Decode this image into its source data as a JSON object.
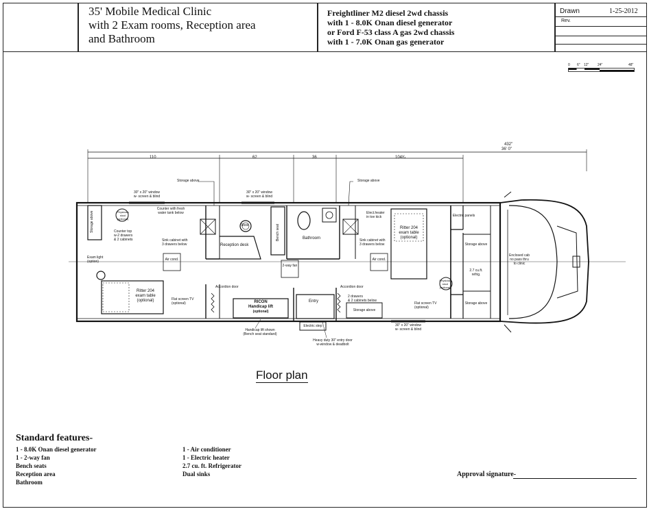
{
  "header": {
    "title_lines": [
      "35' Mobile Medical Clinic",
      "with 2 Exam rooms, Reception area",
      "and Bathroom"
    ],
    "chassis_lines": [
      "Freightliner M2  diesel  2wd chassis",
      "with 1 - 8.0K Onan diesel generator",
      "or Ford F-53 class A gas 2wd chassis",
      "with 1 - 7.0K Onan gas generator"
    ],
    "drawn_label": "Drawn",
    "drawn_date": "1-25-2012",
    "rev_label": "Rev."
  },
  "scale_bar": {
    "ticks": [
      "0",
      "6\"",
      "12\"",
      "24\"",
      "48\""
    ]
  },
  "dimensions": {
    "overall_in": "432\"",
    "overall_ft": "36' 0\"",
    "d1": "110",
    "d2": "62",
    "d3": "36",
    "d4": "104³⁄₄"
  },
  "labels": {
    "storage_above_top_left": "Storage above",
    "storage_above_top_right": "Storage above",
    "window_left": "30\" x 20\" window",
    "window_left_sub": "w- screen & blind",
    "window_mid": "30\" x 20\" window",
    "window_mid_sub": "w- screen & blind",
    "window_bottom_right": "30\" x 20\" window",
    "window_bottom_right_sub": "w- screen & blind",
    "counter_fresh": "Counter with fresh",
    "counter_fresh_sub": "water tank below",
    "storage_above_vertical": "Storage above",
    "physician_stool_left": "Physician stool (optional)",
    "physician_stool_right": "Physician stool (optional)",
    "counter_top": "Counter top",
    "counter_top_sub1": "w-2 drawers",
    "counter_top_sub2": "& 2 cabinets",
    "sink_cabinet_left": "Sink cabinet with",
    "sink_cabinet_left_sub": "3 drawers below",
    "stool": "Stool",
    "reception_desk": "Reception desk",
    "bench_seat": "Bench seat",
    "bathroom": "Bathroom",
    "elect_heater": "Elect.heater",
    "elect_heater_sub": "in toe kick",
    "sink_cabinet_right": "Sink cabinet with",
    "sink_cabinet_right_sub": "3 drawers below",
    "ritter_right": "Ritter 204",
    "ritter_right_sub1": "exam table",
    "ritter_right_sub2": "(optional)",
    "electric_panels": "Electric panels",
    "storage_above_right": "Storage above",
    "refrig": "2.7 cu.ft.",
    "refrig_sub": "refrig.",
    "storage_above_bottom_right": "Storage above",
    "enclosed_cab": "Enclosed cab",
    "enclosed_cab_sub1": "no pass thru",
    "enclosed_cab_sub2": "to clinic",
    "exam_light": "Exam light",
    "exam_light_sub": "(option)",
    "air_cond_left": "Air cond.",
    "air_cond_right": "Air cond.",
    "two_way_fan": "2-way fan",
    "ritter_left": "Ritter 204",
    "ritter_left_sub1": "exam table",
    "ritter_left_sub2": "(optional)",
    "flat_tv_left": "Flat screen TV",
    "flat_tv_left_sub": "(optional)",
    "flat_tv_right": "Flat screen TV",
    "flat_tv_right_sub": "(optional)",
    "accordion_left": "Accordion door",
    "accordion_right": "Accordion door",
    "ricon": "RICON",
    "ricon_sub1": "Handicap lift",
    "ricon_sub2": "(optional)",
    "entry": "Entry",
    "drawers_cabinets": "2 drawers",
    "drawers_cabinets_sub": "& 2 cabinets below",
    "storage_above_bottom_mid": "Storage above",
    "electric_step": "Electric step",
    "handicap_lift_shown": "Handicap lift shown",
    "bench_seat_standard": "(Bench seat standard)",
    "entry_door": "Heavy duty 30\" entry door",
    "entry_door_sub": "w-window & deadbolt"
  },
  "floor_plan_title": "Floor plan",
  "standard_features": {
    "title": "Standard features-",
    "col1": [
      "1 - 8.0K Onan diesel generator",
      "1 - 2-way fan",
      "Bench seats",
      "Reception area",
      "Bathroom"
    ],
    "col2": [
      "1 - Air conditioner",
      "1 - Electric heater",
      "2.7 cu. ft.  Refrigerator",
      "Dual sinks"
    ]
  },
  "approval_label": "Approval signature-"
}
